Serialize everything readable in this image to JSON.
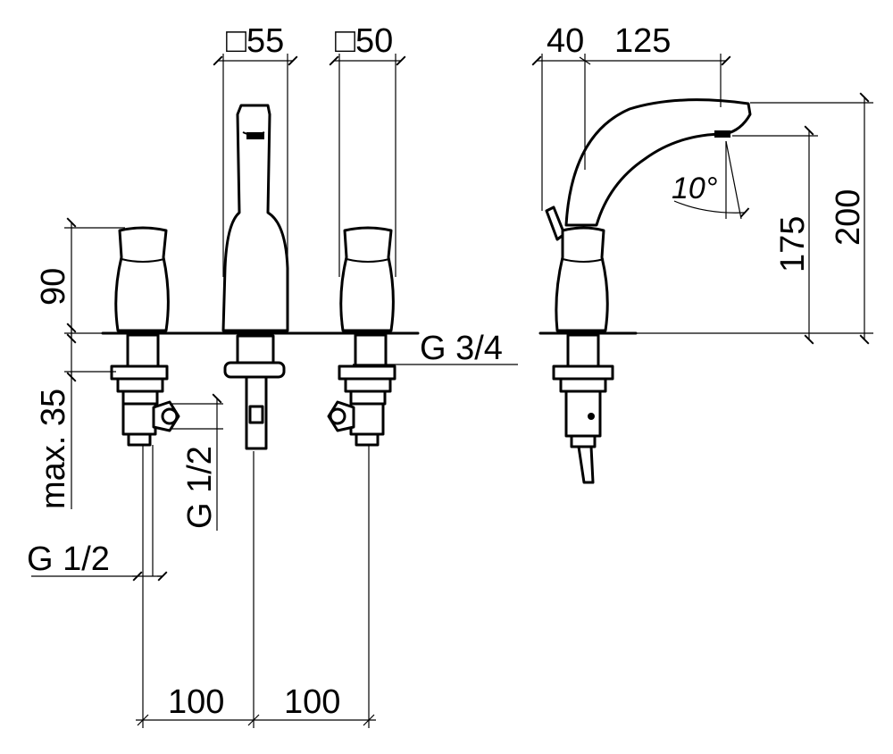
{
  "dimensions": {
    "handle_square": "□55",
    "valve_square": "□50",
    "offset_top": "40",
    "spout_reach": "125",
    "spout_angle": "10°",
    "spout_height": "175",
    "total_height": "200",
    "handle_height": "90",
    "max_deck": "max. 35",
    "deck_thread": "G 3/4",
    "side_thread": "G 1/2",
    "inlet_thread": "G 1/2",
    "spacing_left": "100",
    "spacing_right": "100"
  }
}
